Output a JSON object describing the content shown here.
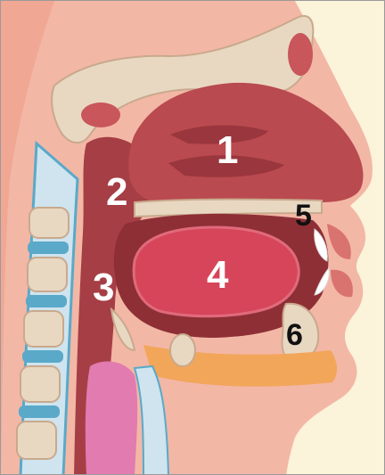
{
  "labels": {
    "one": "1",
    "two": "2",
    "three": "3",
    "four": "4",
    "five": "5",
    "six": "6"
  },
  "colors": {
    "background": "#fbf3da",
    "skin": "#f3b7a6",
    "cavity": "#b94a4f",
    "cavity_dark": "#8e2f36",
    "tongue": "#d6455a",
    "bone": "#e8d8c2",
    "spine": "#5aa9c9",
    "esophagus": "#e27bb0",
    "fat": "#f2a65a",
    "teeth": "#ffffff"
  }
}
